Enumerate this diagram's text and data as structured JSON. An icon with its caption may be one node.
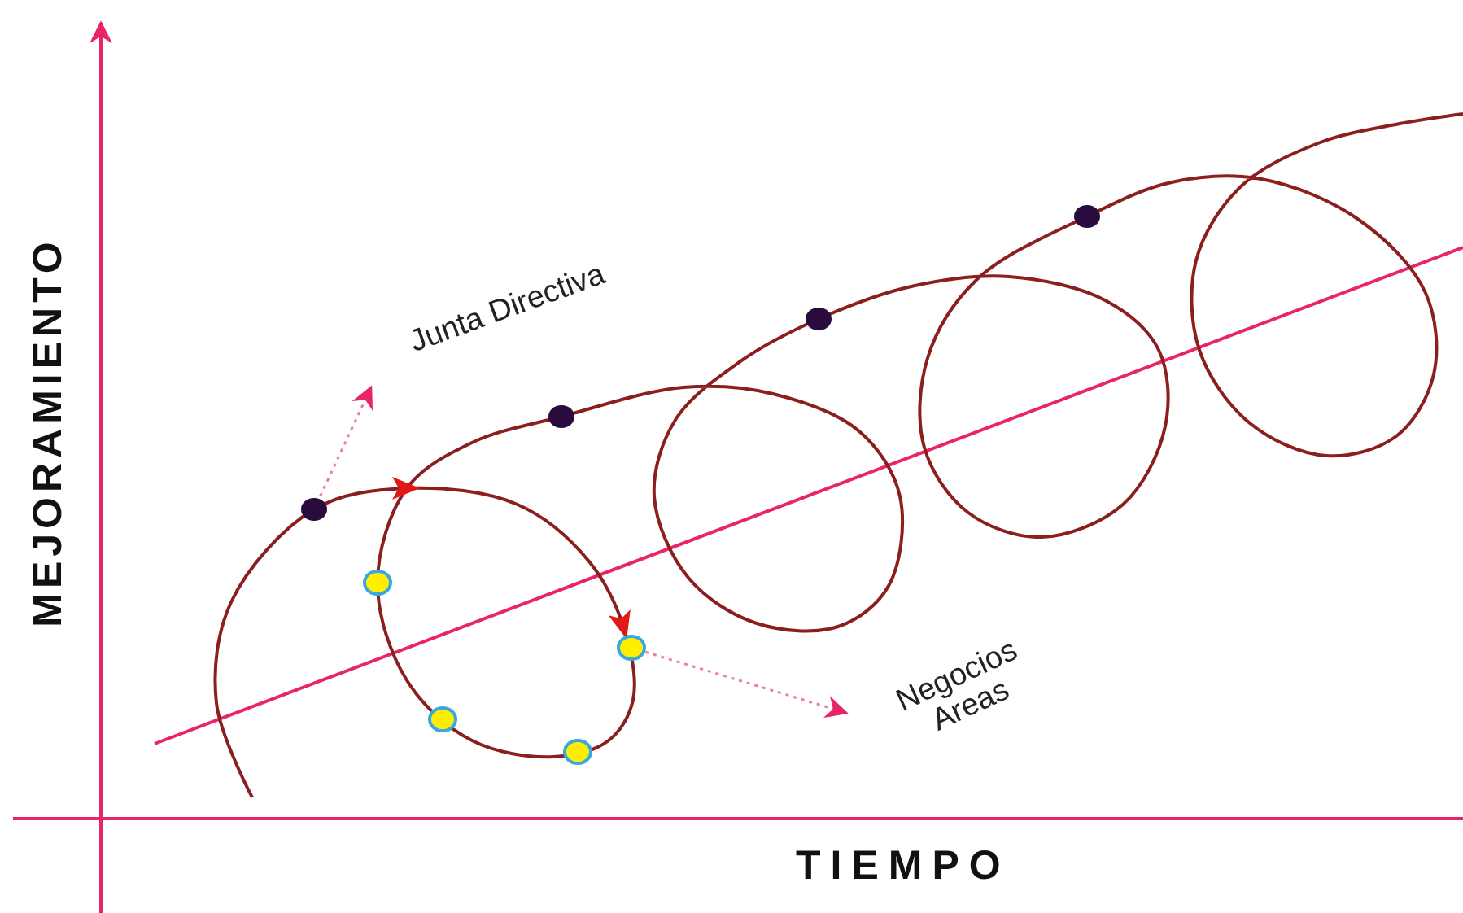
{
  "diagram": {
    "nodes": [
      {
        "text": [
          "Junta Directiva"
        ]
      },
      {
        "text": [
          "Negocios Areas"
        ]
      },
      {
        "text": [],
        "shape": "circle"
      },
      {
        "text": [],
        "shape": "circle"
      },
      {
        "text": [],
        "shape": "circle"
      },
      {
        "text": [],
        "shape": "circle"
      },
      {
        "text": [],
        "shape": "circle"
      },
      {
        "text": [],
        "shape": "circle"
      },
      {
        "text": [],
        "shape": "circle"
      },
      {
        "text": [],
        "shape": "circle"
      }
    ],
    "edges": [
      {
        "from": 2,
        "to": 0,
        "arrow": "to",
        "style": "dashed"
      },
      {
        "from": 7,
        "to": 1,
        "arrow": "to",
        "style": "dashed"
      }
    ],
    "labels": [
      "MEJORAMIENTO",
      "TIEMPO"
    ]
  }
}
